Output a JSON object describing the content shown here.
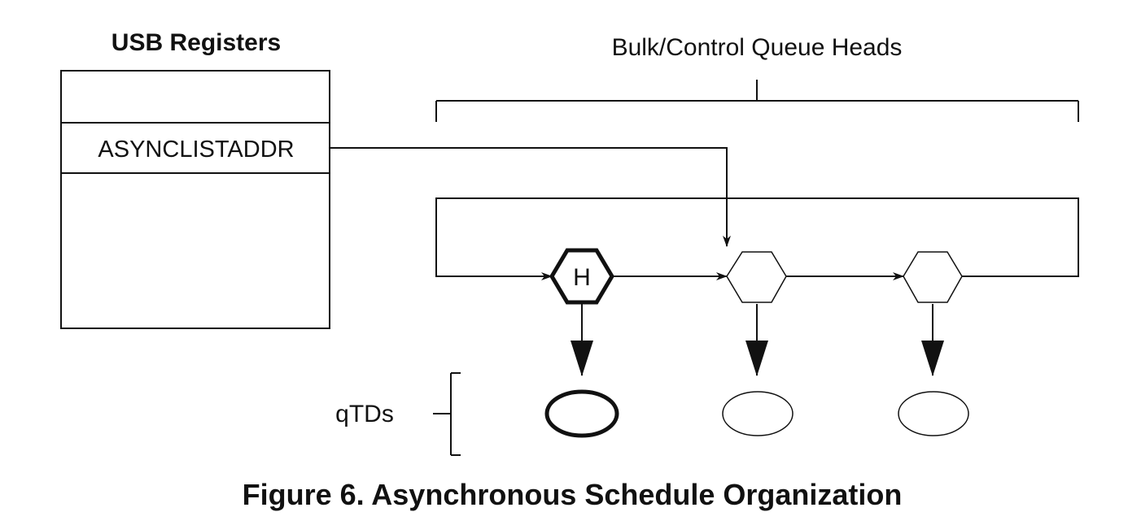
{
  "registers": {
    "title": "USB Registers",
    "rows": [
      "",
      "ASYNCLISTADDR",
      ""
    ]
  },
  "queue_heads_label": "Bulk/Control Queue Heads",
  "queue_heads": [
    {
      "label": "H",
      "is_head": true
    },
    {
      "label": "",
      "is_head": false
    },
    {
      "label": "",
      "is_head": false
    }
  ],
  "qtds_label": "qTDs",
  "caption": "Figure 6. Asynchronous Schedule Organization",
  "colors": {
    "stroke": "#111111",
    "background": "#ffffff"
  }
}
